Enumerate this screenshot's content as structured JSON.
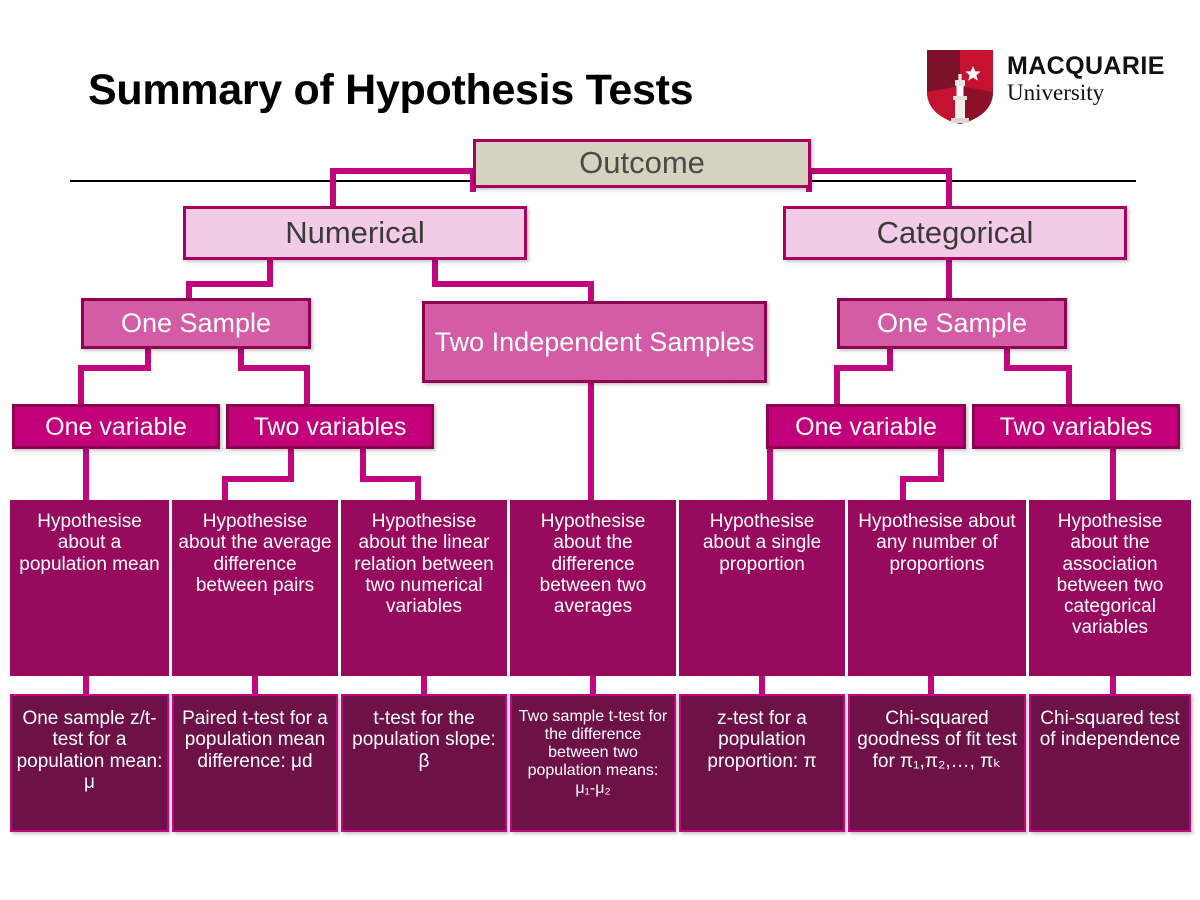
{
  "page": {
    "title": "Summary of Hypothesis Tests",
    "background": "#ffffff"
  },
  "logo": {
    "name": "macquarie-university-logo",
    "line1": "MACQUARIE",
    "line2": "University",
    "shield_colors": [
      "#a6192e",
      "#7d1128",
      "#c8102e",
      "#d9d9d9"
    ]
  },
  "colors": {
    "outcome_fill": "#d6d2c0",
    "level2_fill": "#f2cbe6",
    "level3_fill": "#d45ba5",
    "level4_fill": "#c2007a",
    "hypothesise_fill": "#980a5e",
    "test_fill": "#6d1148",
    "connector": "#c2067e",
    "border": "#a8005f",
    "rule": "#000000"
  },
  "tree": {
    "root": {
      "label": "Outcome"
    },
    "level2": [
      {
        "label": "Numerical"
      },
      {
        "label": "Categorical"
      }
    ],
    "level3": [
      {
        "label": "One Sample"
      },
      {
        "label": "Two Independent Samples"
      },
      {
        "label": "One Sample"
      }
    ],
    "level4": [
      {
        "label": "One variable"
      },
      {
        "label": "Two variables"
      },
      {
        "label": "One variable"
      },
      {
        "label": "Two variables"
      }
    ],
    "hypothesise": [
      {
        "label": "Hypothesise about a population mean"
      },
      {
        "label": "Hypothesise about the average difference between pairs"
      },
      {
        "label": "Hypothesise about the linear relation between two numerical variables"
      },
      {
        "label": "Hypothesise about the difference between two averages"
      },
      {
        "label": "Hypothesise about a single proportion"
      },
      {
        "label": "Hypothesise about any number of proportions"
      },
      {
        "label": "Hypothesise about the association between two categorical variables"
      }
    ],
    "tests": [
      {
        "label": "One sample z/t-test for a population mean: μ"
      },
      {
        "label": "Paired t-test for a population mean difference: μd"
      },
      {
        "label": "t-test for the population slope: β"
      },
      {
        "label": "Two sample t-test for the difference between two population means: μ₁-μ₂"
      },
      {
        "label": "z-test for a population proportion: π"
      },
      {
        "label": "Chi-squared goodness of fit test for π₁,π₂,…, πₖ"
      },
      {
        "label": "Chi-squared test of independence"
      }
    ]
  }
}
